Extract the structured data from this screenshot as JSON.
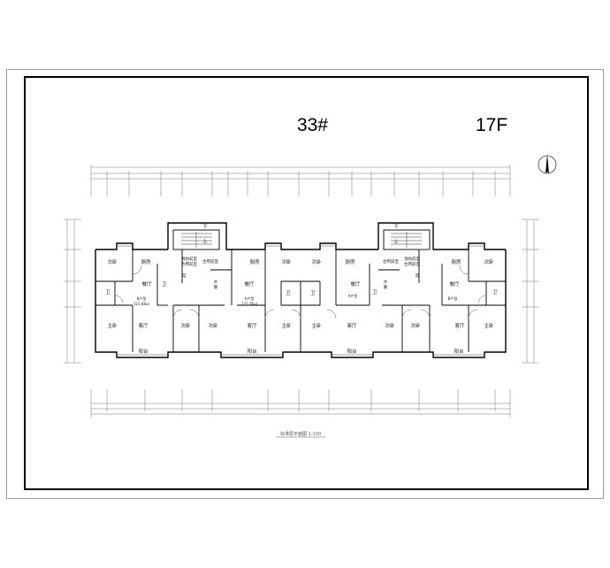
{
  "sheet": {
    "building_number": "33#",
    "floor_label": "17F"
  },
  "plan": {
    "unit_left": {
      "rooms": [
        "次卧",
        "厨房",
        "餐厅",
        "卫",
        "客厅",
        "主卧",
        "卫",
        "阳台",
        "次卧"
      ],
      "unit_type": "B户型",
      "area": "121.88㎡"
    },
    "unit_center_left": {
      "rooms": [
        "次卧",
        "厨房",
        "餐厅",
        "卫",
        "卫",
        "客厅",
        "主卧",
        "阳台",
        "次卧"
      ],
      "unit_type": "A户型",
      "area": "125.36㎡"
    },
    "unit_center_right": {
      "rooms": [
        "次卧",
        "厨房",
        "餐厅",
        "卫",
        "客厅",
        "主卧",
        "阳台",
        "次卧"
      ],
      "unit_type": "A户型"
    },
    "unit_right": {
      "rooms": [
        "次卧",
        "厨房",
        "餐厅",
        "卫",
        "客厅",
        "主卧",
        "阳台",
        "次卧"
      ],
      "unit_type": "B户型"
    },
    "core_left": {
      "stair_down": "下",
      "stair_up": "上",
      "notes": [
        "消防前室",
        "合用前室"
      ],
      "hall": "合用前室",
      "elevator": "电",
      "shaft": "水",
      "shaft2": "暖"
    },
    "core_right": {
      "stair_down": "下",
      "stair_up": "上",
      "notes": [
        "消防前室",
        "合用前室"
      ],
      "hall": "合用前室",
      "elevator": "电",
      "shaft": "水",
      "shaft2": "暖"
    },
    "caption": "标准层平面图 1:100"
  }
}
